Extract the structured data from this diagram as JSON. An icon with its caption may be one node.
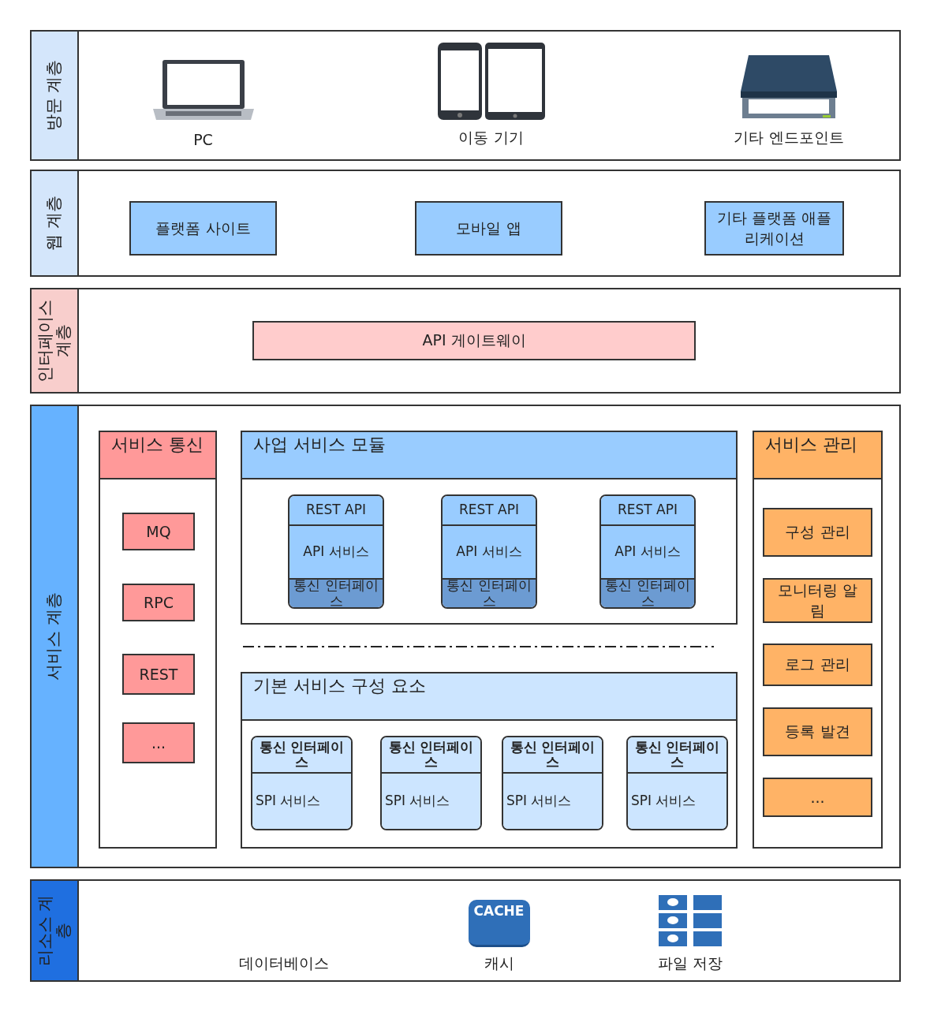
{
  "diagram": {
    "nodes": [
      {
        "text": [
          "방문 계층"
        ]
      },
      {
        "text": [
          "PC"
        ],
        "in": 0
      },
      {
        "text": [
          "이동 기기"
        ],
        "in": 0
      },
      {
        "text": [
          "기타 엔드포인트"
        ],
        "in": 0
      },
      {
        "text": [
          "웹 계층"
        ]
      },
      {
        "text": [
          "플랫폼 사이트"
        ],
        "in": 4
      },
      {
        "text": [
          "모바일 앱"
        ],
        "in": 4
      },
      {
        "text": [
          "기타 플랫폼 애플리케이션"
        ],
        "in": 4
      },
      {
        "text": [
          "인터페이스 계층"
        ]
      },
      {
        "text": [
          "API 게이트웨이"
        ],
        "in": 8
      },
      {
        "text": [
          "서비스 계층"
        ]
      },
      {
        "text": [
          "서비스 통신"
        ],
        "in": 10
      },
      {
        "text": [
          "MQ"
        ],
        "in": 11
      },
      {
        "text": [
          "RPC"
        ],
        "in": 11
      },
      {
        "text": [
          "REST"
        ],
        "in": 11
      },
      {
        "text": [
          "..."
        ],
        "in": 11
      },
      {
        "text": [
          "사업 서비스 모듈"
        ],
        "in": 10
      },
      {
        "text": [
          "REST API",
          "API 서비스",
          "통신 인터페이스"
        ],
        "in": 16
      },
      {
        "text": [
          "REST API",
          "API 서비스",
          "통신 인터페이스"
        ],
        "in": 16
      },
      {
        "text": [
          "REST API",
          "API 서비스",
          "통신 인터페이스"
        ],
        "in": 16
      },
      {
        "text": [
          "기본 서비스 구성 요소"
        ],
        "in": 10
      },
      {
        "text": [
          "통신 인터페이스",
          "SPI 서비스"
        ],
        "in": 20
      },
      {
        "text": [
          "통신 인터페이스",
          "SPI 서비스"
        ],
        "in": 20
      },
      {
        "text": [
          "통신 인터페이스",
          "SPI 서비스"
        ],
        "in": 20
      },
      {
        "text": [
          "통신 인터페이스",
          "SPI 서비스"
        ],
        "in": 20
      },
      {
        "text": [
          "서비스 관리"
        ],
        "in": 10
      },
      {
        "text": [
          "구성 관리"
        ],
        "in": 25
      },
      {
        "text": [
          "모니터링 알림"
        ],
        "in": 25
      },
      {
        "text": [
          "로그 관리"
        ],
        "in": 25
      },
      {
        "text": [
          "등록 발견"
        ],
        "in": 25
      },
      {
        "text": [
          "..."
        ],
        "in": 25
      },
      {
        "text": [
          "리소스 계층"
        ]
      },
      {
        "text": [
          "데이터베이스"
        ],
        "in": 31
      },
      {
        "text": [
          "CACHE",
          "캐시"
        ],
        "in": 31
      },
      {
        "text": [
          "파일 저장"
        ],
        "in": 31
      }
    ]
  }
}
